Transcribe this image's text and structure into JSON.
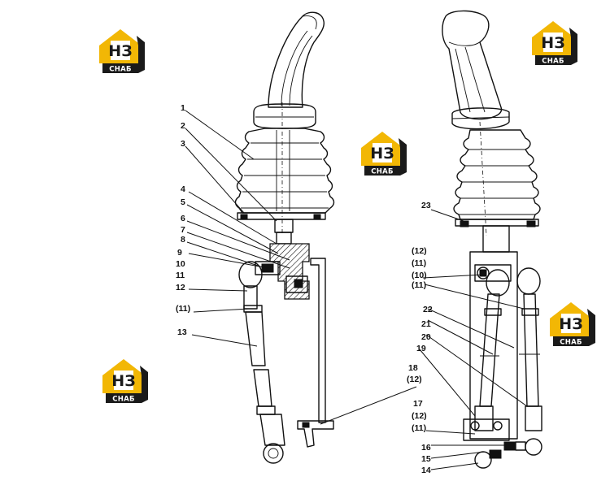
{
  "logo": {
    "top_text": "НЗ",
    "bottom_text": "СНАБ",
    "accent_color": "#f2b705",
    "dark_color": "#1a1a1a"
  },
  "callouts": {
    "left": [
      "1",
      "2",
      "3",
      "4",
      "5",
      "6",
      "7",
      "8",
      "9",
      "10",
      "11",
      "12",
      "(11)",
      "13",
      "18",
      "(12)"
    ],
    "right": [
      "23",
      "(12)",
      "(11)",
      "(10)",
      "(11)",
      "22",
      "21",
      "20",
      "19",
      "17",
      "(12)",
      "(11)",
      "16",
      "15",
      "14"
    ]
  }
}
